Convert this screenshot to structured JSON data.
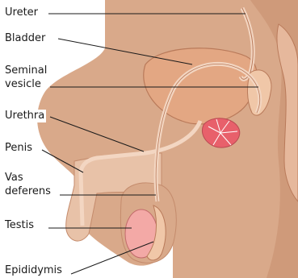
{
  "labels": {
    "ureter": "Ureter",
    "bladder": "Bladder",
    "seminal_vesicle_line1": "Seminal",
    "seminal_vesicle_line2": "vesicle",
    "urethra": "Urethra",
    "penis": "Penis",
    "vas_deferens_line1": "Vas",
    "vas_deferens_line2": "deferens",
    "testis": "Testis",
    "epididymis": "Epididymis"
  },
  "colors": {
    "body": "#d9a98a",
    "body_dark": "#c48b6c",
    "body_light": "#e8c2a8",
    "organ": "#e3a783",
    "organ_stroke": "#b97a5a",
    "tube": "#f3d6c2",
    "prostate": "#e8606b",
    "testis": "#f3a9a6",
    "leader": "#1a1a1a"
  }
}
